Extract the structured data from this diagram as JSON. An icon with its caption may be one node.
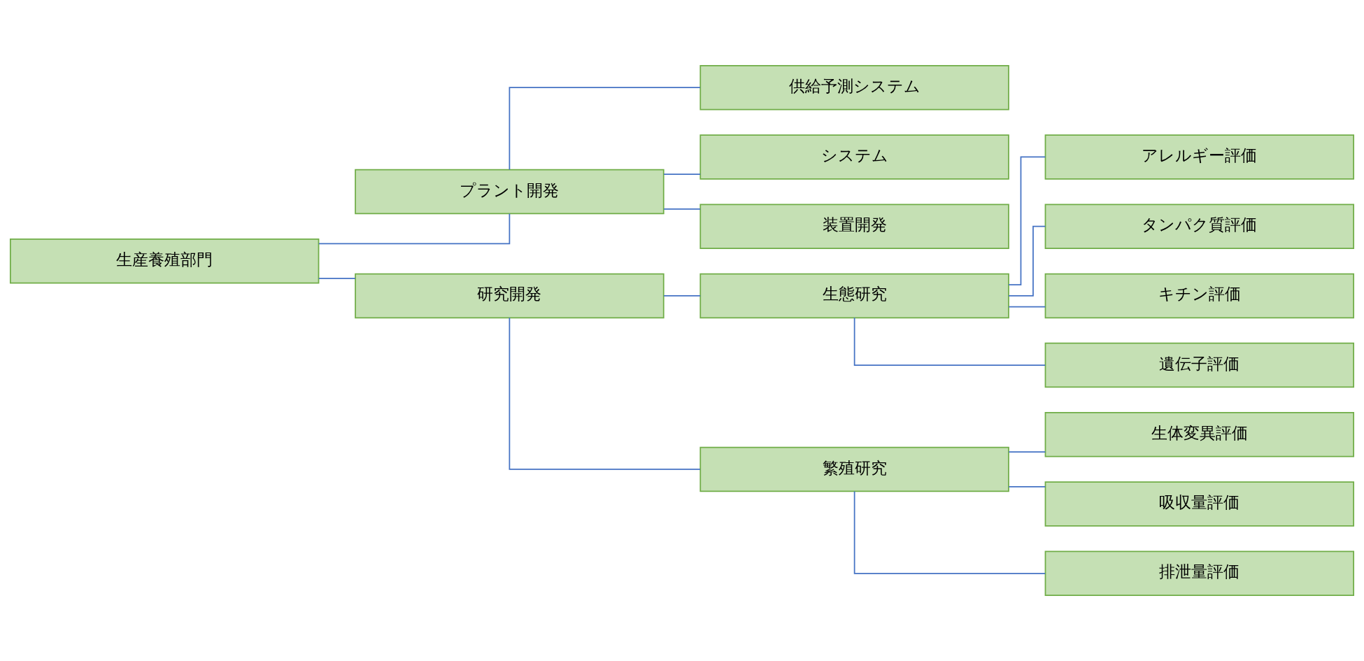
{
  "diagram": {
    "nodes": [
      {
        "text": [
          "生産養殖部門"
        ]
      },
      {
        "text": [
          "プラント開発"
        ]
      },
      {
        "text": [
          "供給予測システム"
        ]
      },
      {
        "text": [
          "システム"
        ]
      },
      {
        "text": [
          "装置開発"
        ]
      },
      {
        "text": [
          "研究開発"
        ]
      },
      {
        "text": [
          "生態研究"
        ]
      },
      {
        "text": [
          "アレルギー評価"
        ]
      },
      {
        "text": [
          "タンパク質評価"
        ]
      },
      {
        "text": [
          "キチン評価"
        ]
      },
      {
        "text": [
          "遺伝子評価"
        ]
      },
      {
        "text": [
          "繁殖研究"
        ]
      },
      {
        "text": [
          "生体変異評価"
        ]
      },
      {
        "text": [
          "吸収量評価"
        ]
      },
      {
        "text": [
          "排泄量評価"
        ]
      }
    ],
    "edges": [
      {
        "from": 0,
        "to": 1,
        "arrow": "none"
      },
      {
        "from": 0,
        "to": 5,
        "arrow": "none"
      },
      {
        "from": 1,
        "to": 2,
        "arrow": "none"
      },
      {
        "from": 1,
        "to": 3,
        "arrow": "none"
      },
      {
        "from": 1,
        "to": 4,
        "arrow": "none"
      },
      {
        "from": 5,
        "to": 6,
        "arrow": "none"
      },
      {
        "from": 5,
        "to": 11,
        "arrow": "none"
      },
      {
        "from": 6,
        "to": 7,
        "arrow": "none"
      },
      {
        "from": 6,
        "to": 8,
        "arrow": "none"
      },
      {
        "from": 6,
        "to": 9,
        "arrow": "none"
      },
      {
        "from": 6,
        "to": 10,
        "arrow": "none"
      },
      {
        "from": 11,
        "to": 12,
        "arrow": "none"
      },
      {
        "from": 11,
        "to": 13,
        "arrow": "none"
      },
      {
        "from": 11,
        "to": 14,
        "arrow": "none"
      }
    ]
  }
}
